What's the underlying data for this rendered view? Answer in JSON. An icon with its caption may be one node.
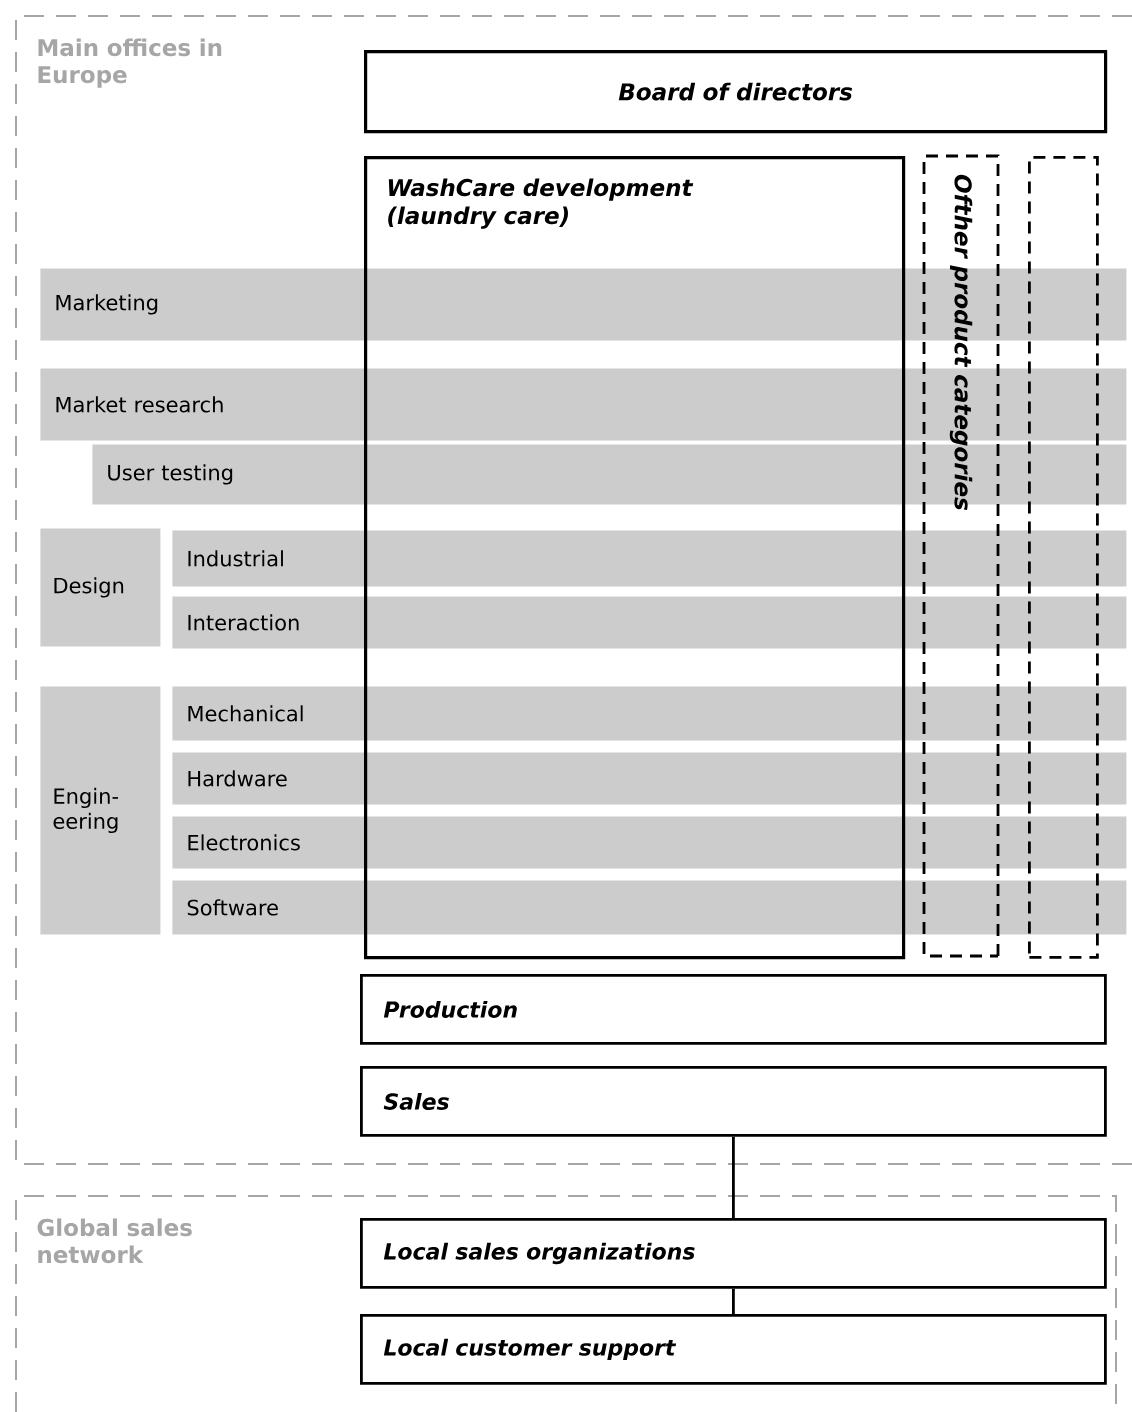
{
  "diagram": {
    "nodes": [
      {
        "text": [
          "Main offices in Europe"
        ]
      },
      {
        "text": [
          "Board of directors"
        ],
        "in": 0
      },
      {
        "text": [
          "WashCare development (laundry care)"
        ],
        "in": 0
      },
      {
        "text": [
          "Ofther product categories"
        ],
        "in": 0
      },
      {
        "text": [],
        "shape": "box",
        "in": 0
      },
      {
        "text": [
          "Marketing"
        ],
        "in": 0
      },
      {
        "text": [
          "Market research"
        ],
        "in": 0
      },
      {
        "text": [
          "User testing"
        ],
        "in": 0
      },
      {
        "text": [
          "Design"
        ],
        "in": 0
      },
      {
        "text": [
          "Industrial"
        ],
        "in": 0
      },
      {
        "text": [
          "Interaction"
        ],
        "in": 0
      },
      {
        "text": [
          "Engin- eering"
        ],
        "in": 0
      },
      {
        "text": [
          "Mechanical"
        ],
        "in": 0
      },
      {
        "text": [
          "Hardware"
        ],
        "in": 0
      },
      {
        "text": [
          "Electronics"
        ],
        "in": 0
      },
      {
        "text": [
          "Software"
        ],
        "in": 0
      },
      {
        "text": [
          "Production"
        ],
        "in": 0
      },
      {
        "text": [
          "Sales"
        ],
        "in": 0
      },
      {
        "text": [
          "Global sales network"
        ]
      },
      {
        "text": [
          "Local sales organizations"
        ],
        "in": 18
      },
      {
        "text": [
          "Local customer support"
        ],
        "in": 18
      }
    ],
    "edges": [
      {
        "from": 17,
        "to": 19,
        "arrow": "none"
      },
      {
        "from": 19,
        "to": 20,
        "arrow": "none"
      }
    ]
  }
}
